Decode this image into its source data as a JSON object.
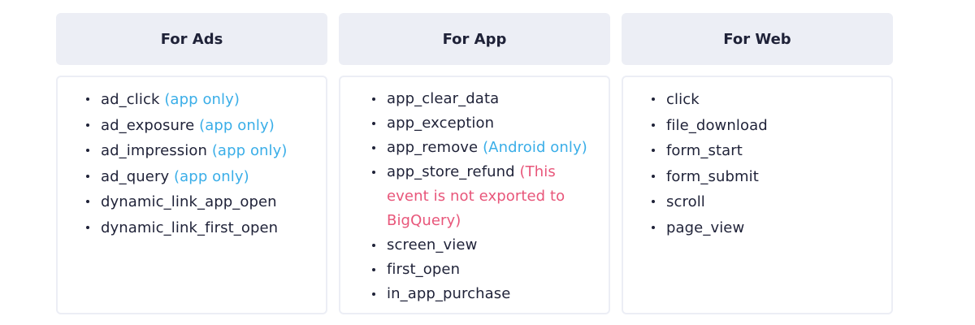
{
  "columns": [
    {
      "title": "For Ads",
      "items": [
        {
          "name": "ad_click",
          "note": "(app only)"
        },
        {
          "name": "ad_exposure",
          "note": "(app only)"
        },
        {
          "name": "ad_impression",
          "note": "(app only)"
        },
        {
          "name": "ad_query",
          "note": "(app only)"
        },
        {
          "name": "dynamic_link_app_open",
          "note": ""
        },
        {
          "name": "dynamic_link_first_open",
          "note": ""
        }
      ]
    },
    {
      "title": "For App",
      "items": [
        {
          "name": "app_clear_data",
          "note": ""
        },
        {
          "name": "app_exception",
          "note": ""
        },
        {
          "name": "app_remove",
          "note": "(Android only)"
        },
        {
          "name": "app_store_refund",
          "note_line1": "(This",
          "note_line2": "event is not exported to",
          "note_line3": "BigQuery)"
        },
        {
          "name": "screen_view",
          "note": ""
        },
        {
          "name": "first_open",
          "note": ""
        },
        {
          "name": "in_app_purchase",
          "note": ""
        }
      ]
    },
    {
      "title": "For Web",
      "items": [
        {
          "name": "click"
        },
        {
          "name": "file_download"
        },
        {
          "name": "form_start"
        },
        {
          "name": "form_submit"
        },
        {
          "name": "scroll"
        },
        {
          "name": "page_view"
        }
      ]
    }
  ],
  "colors": {
    "header_bg": "#eceef5",
    "text": "#1f2238",
    "note_blue": "#3aaee8",
    "note_red": "#e8567a"
  }
}
